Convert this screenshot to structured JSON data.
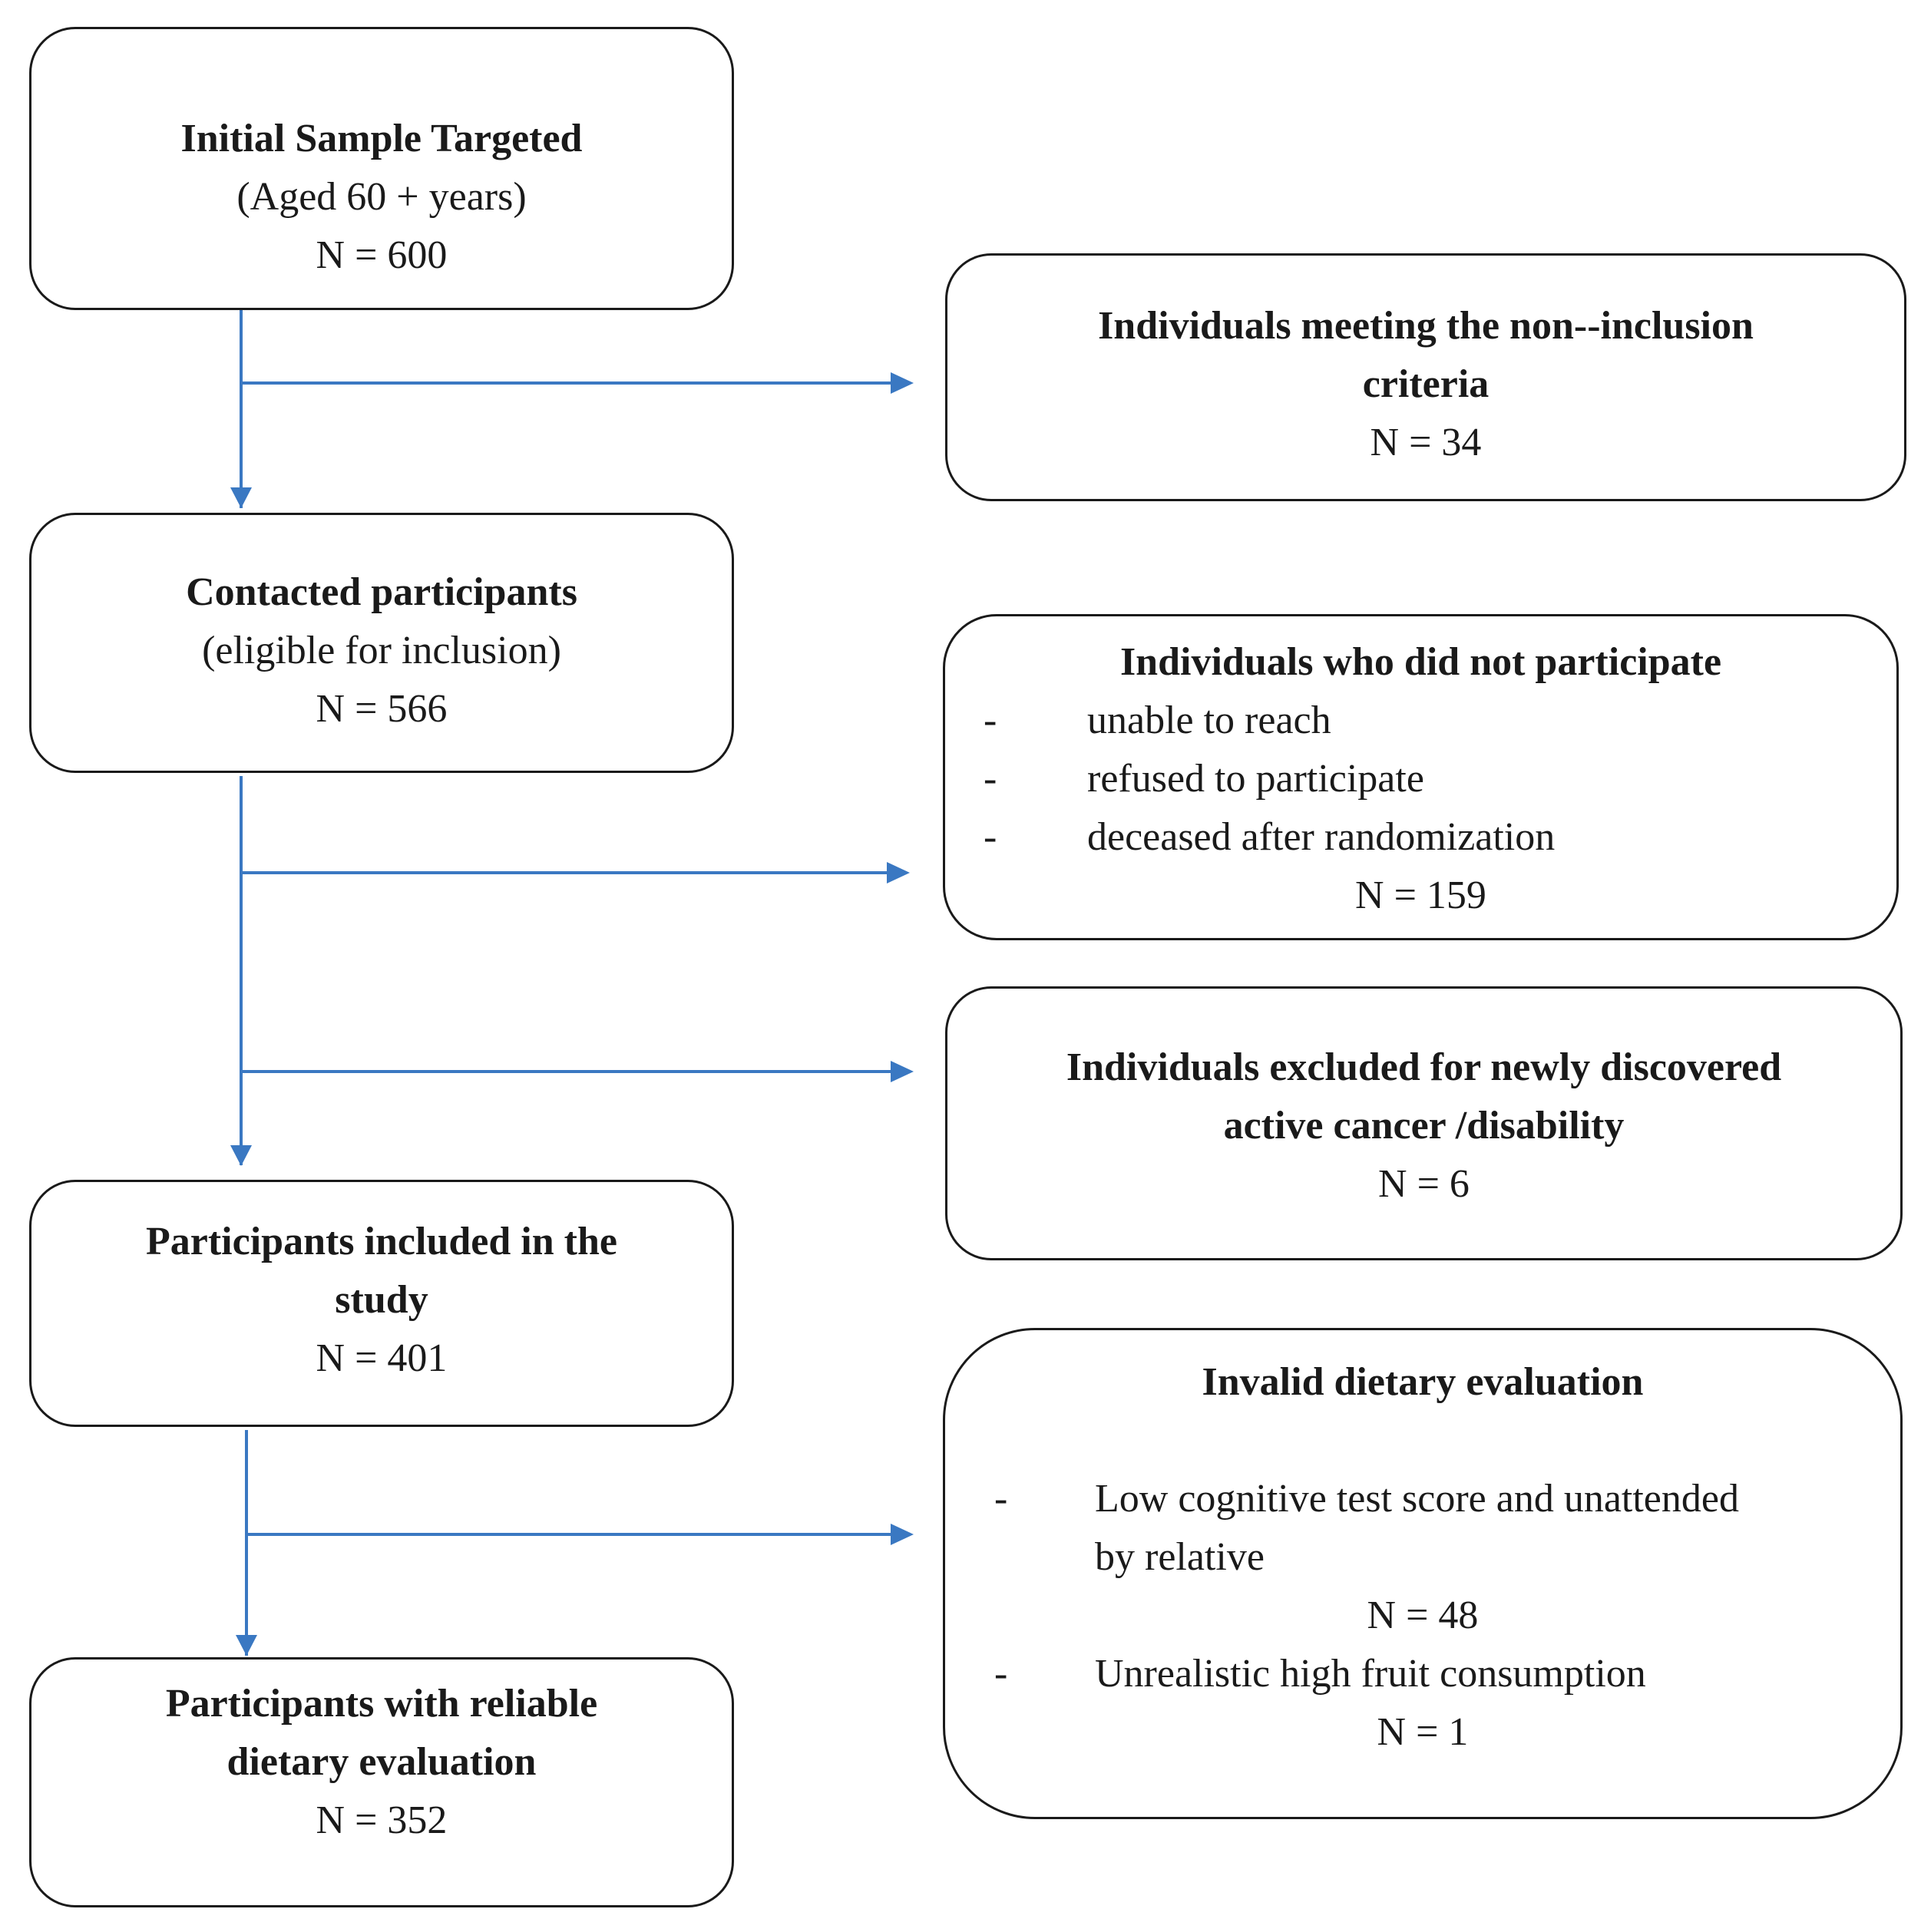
{
  "flow": {
    "initial": {
      "title": "Initial Sample Targeted",
      "subtitle": "(Aged 60 + years)",
      "count": "N = 600"
    },
    "non_inclusion": {
      "title_line1": "Individuals meeting the non--inclusion",
      "title_line2": "criteria",
      "count": "N = 34"
    },
    "contacted": {
      "title": "Contacted participants",
      "subtitle": "(eligible for inclusion)",
      "count": "N = 566"
    },
    "did_not_participate": {
      "title": "Individuals who did not participate",
      "reasons": [
        {
          "dash": "-",
          "text": "unable to reach"
        },
        {
          "dash": "-",
          "text": "refused to participate"
        },
        {
          "dash": "-",
          "text": "deceased after randomization"
        }
      ],
      "count": "N = 159"
    },
    "excluded": {
      "title_line1": "Individuals excluded for newly discovered",
      "title_line2": "active cancer /disability",
      "count": "N = 6"
    },
    "included": {
      "title_line1": "Participants included in the",
      "title_line2": "study",
      "count": "N = 401"
    },
    "invalid": {
      "title": "Invalid dietary evaluation",
      "reason1": {
        "dash": "-",
        "line1": "Low cognitive test score and unattended",
        "line2": "by relative"
      },
      "count1": "N = 48",
      "reason2": {
        "dash": "-",
        "text": "Unrealistic high fruit consumption"
      },
      "count2": "N = 1"
    },
    "reliable": {
      "title_line1": "Participants with reliable",
      "title_line2": "dietary evaluation",
      "count": "N = 352"
    }
  },
  "colors": {
    "arrow": "#3a78c2",
    "border": "#1a1a1a",
    "text": "#1a1a1a",
    "background": "#ffffff"
  }
}
